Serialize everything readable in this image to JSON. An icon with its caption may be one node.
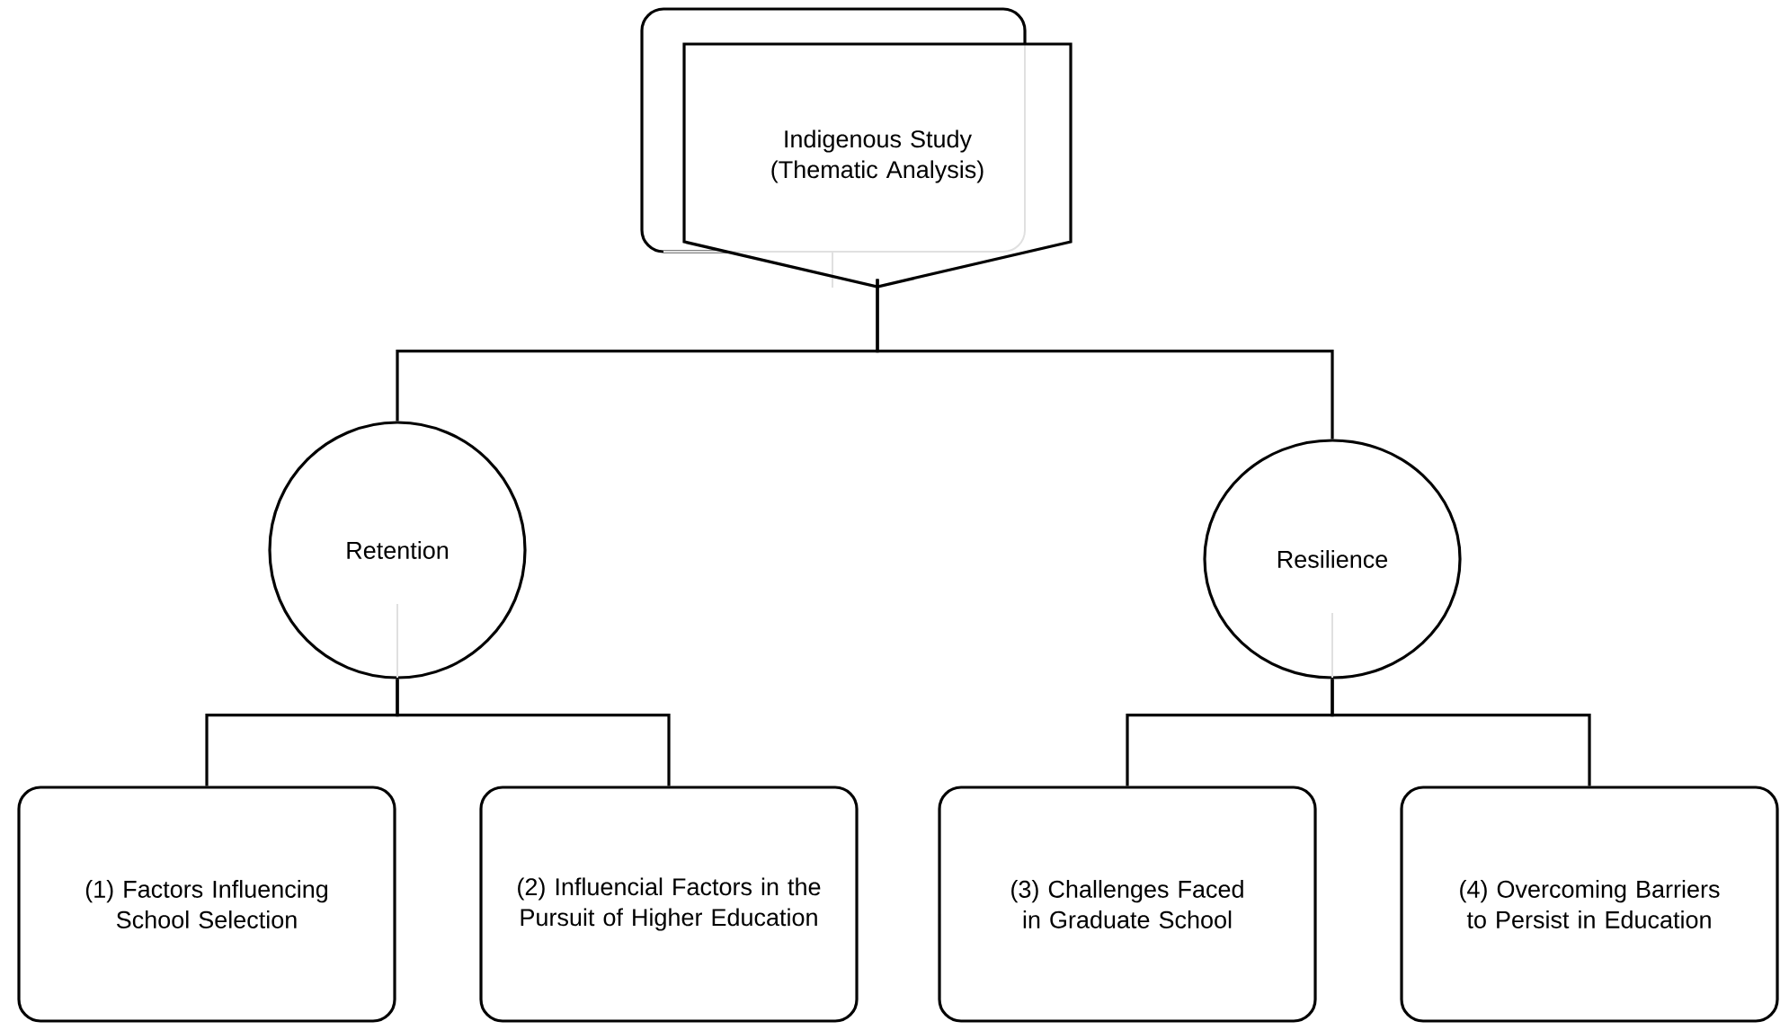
{
  "diagram": {
    "nodes": [
      {
        "text": [
          "Indigenous Study (Thematic Analysis)"
        ]
      },
      {
        "text": [
          "Retention"
        ]
      },
      {
        "text": [
          "Resilience"
        ]
      },
      {
        "text": [
          "(1) Factors Influencing School Selection"
        ]
      },
      {
        "text": [
          "(2) Influencial Factors in the Pursuit of Higher Education"
        ]
      },
      {
        "text": [
          "(3) Challenges Faced in Graduate School"
        ]
      },
      {
        "text": [
          "(4) Overcoming Barriers to Persist in Education"
        ]
      }
    ],
    "edges": [
      {
        "from": 0,
        "to": 1,
        "arrow": "none"
      },
      {
        "from": 0,
        "to": 2,
        "arrow": "none"
      },
      {
        "from": 1,
        "to": 3,
        "arrow": "none"
      },
      {
        "from": 1,
        "to": 4,
        "arrow": "none"
      },
      {
        "from": 2,
        "to": 5,
        "arrow": "none"
      },
      {
        "from": 2,
        "to": 6,
        "arrow": "none"
      }
    ]
  }
}
